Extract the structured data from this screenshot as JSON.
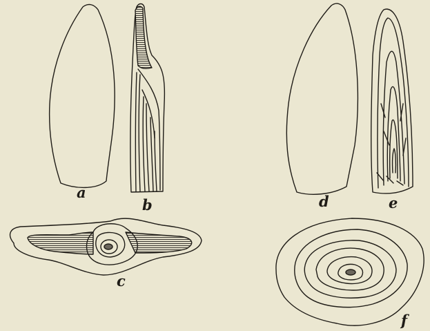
{
  "figure_labels": {
    "a": "a",
    "b": "b",
    "c": "c",
    "d": "d",
    "e": "e",
    "f": "f"
  },
  "colors": {
    "paper": "#ebe7d1",
    "ink": "#1f1c17",
    "hatch": "#4a4640"
  }
}
